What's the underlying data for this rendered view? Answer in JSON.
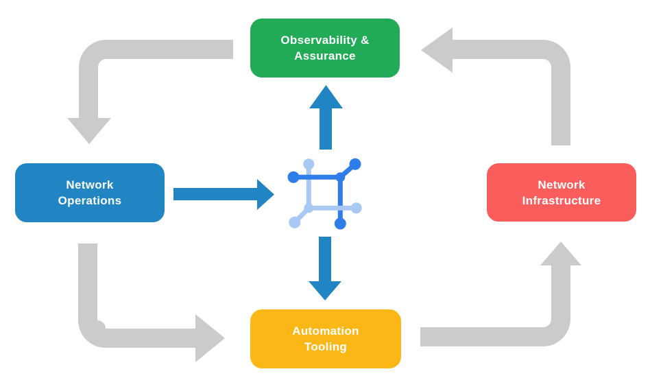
{
  "diagram": {
    "type": "cycle-flow-diagram",
    "nodes": {
      "observability": {
        "label": "Observability &\nAssurance",
        "color": "#22ab57"
      },
      "operations": {
        "label": "Network\nOperations",
        "color": "#2185c4"
      },
      "infrastructure": {
        "label": "Network\nInfrastructure",
        "color": "#fb5d5d"
      },
      "automation": {
        "label": "Automation\nTooling",
        "color": "#fbb715"
      }
    },
    "center_icon": {
      "name": "network-mesh-icon",
      "primary_color": "#2e7de9",
      "secondary_color": "#a9c9f5"
    },
    "arrows": {
      "cycle_color": "#cbcbcb",
      "flow_color": "#2185c4",
      "cycle": [
        {
          "from": "observability",
          "to": "operations",
          "direction": "down"
        },
        {
          "from": "operations",
          "to": "automation",
          "direction": "right"
        },
        {
          "from": "automation",
          "to": "infrastructure",
          "direction": "up"
        },
        {
          "from": "infrastructure",
          "to": "observability",
          "direction": "left"
        }
      ],
      "flow": [
        {
          "from": "operations",
          "to": "center-icon",
          "direction": "right"
        },
        {
          "from": "center-icon",
          "to": "observability",
          "direction": "up"
        },
        {
          "from": "center-icon",
          "to": "automation",
          "direction": "down"
        }
      ]
    }
  }
}
